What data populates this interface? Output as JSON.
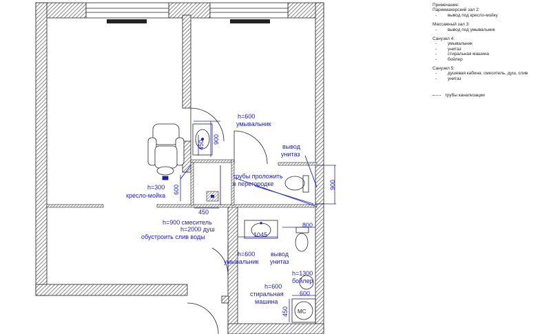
{
  "notes": {
    "title": "Примечание:",
    "groups": [
      {
        "title": "Парикмахерский зал 2:",
        "items": [
          "вывод под кресло-мойку"
        ]
      },
      {
        "title": "Массажный зал 3:",
        "items": [
          "вывод под умывальник"
        ]
      },
      {
        "title": "Санузел 4:",
        "items": [
          "умывальник",
          "унитаз",
          "стиральная машина",
          "бойлер"
        ]
      },
      {
        "title": "Санузел 5:",
        "items": [
          "душевая кабина: смеситель, душ, слив",
          "унитаз"
        ]
      }
    ],
    "dash": "-",
    "legend": "трубы канализации"
  },
  "labels": {
    "sink_room3_h": "h=600",
    "sink_room3_name": "умывальник",
    "toilet_out": "вывод",
    "toilet_out_2": "унитаз",
    "pipes_1": "трубы проложить",
    "pipes_2": "в перегородке",
    "chair_h": "h=300",
    "chair_name": "кресло-мойка",
    "shower_1": "h=900 смеситель",
    "shower_2": "h=2000 душ",
    "shower_3": "обустроить слив воды",
    "sink4_h": "h=600",
    "sink4_name": "умывальник",
    "toilet4_1": "вывод",
    "toilet4_2": "унитаз",
    "boiler_h": "h=1300",
    "boiler_name": "бойлер",
    "wm_h": "h=600",
    "wm_name_1": "стиральная",
    "wm_name_2": "машина",
    "mc": "МС"
  },
  "dims": {
    "d900_sink": "900",
    "d450_sink": "450",
    "d600_shower": "600",
    "d450_shower": "450",
    "d900_toilet": "900",
    "d1045": "1045",
    "d800": "800",
    "d600_wm": "600",
    "d450_wm": "450"
  }
}
